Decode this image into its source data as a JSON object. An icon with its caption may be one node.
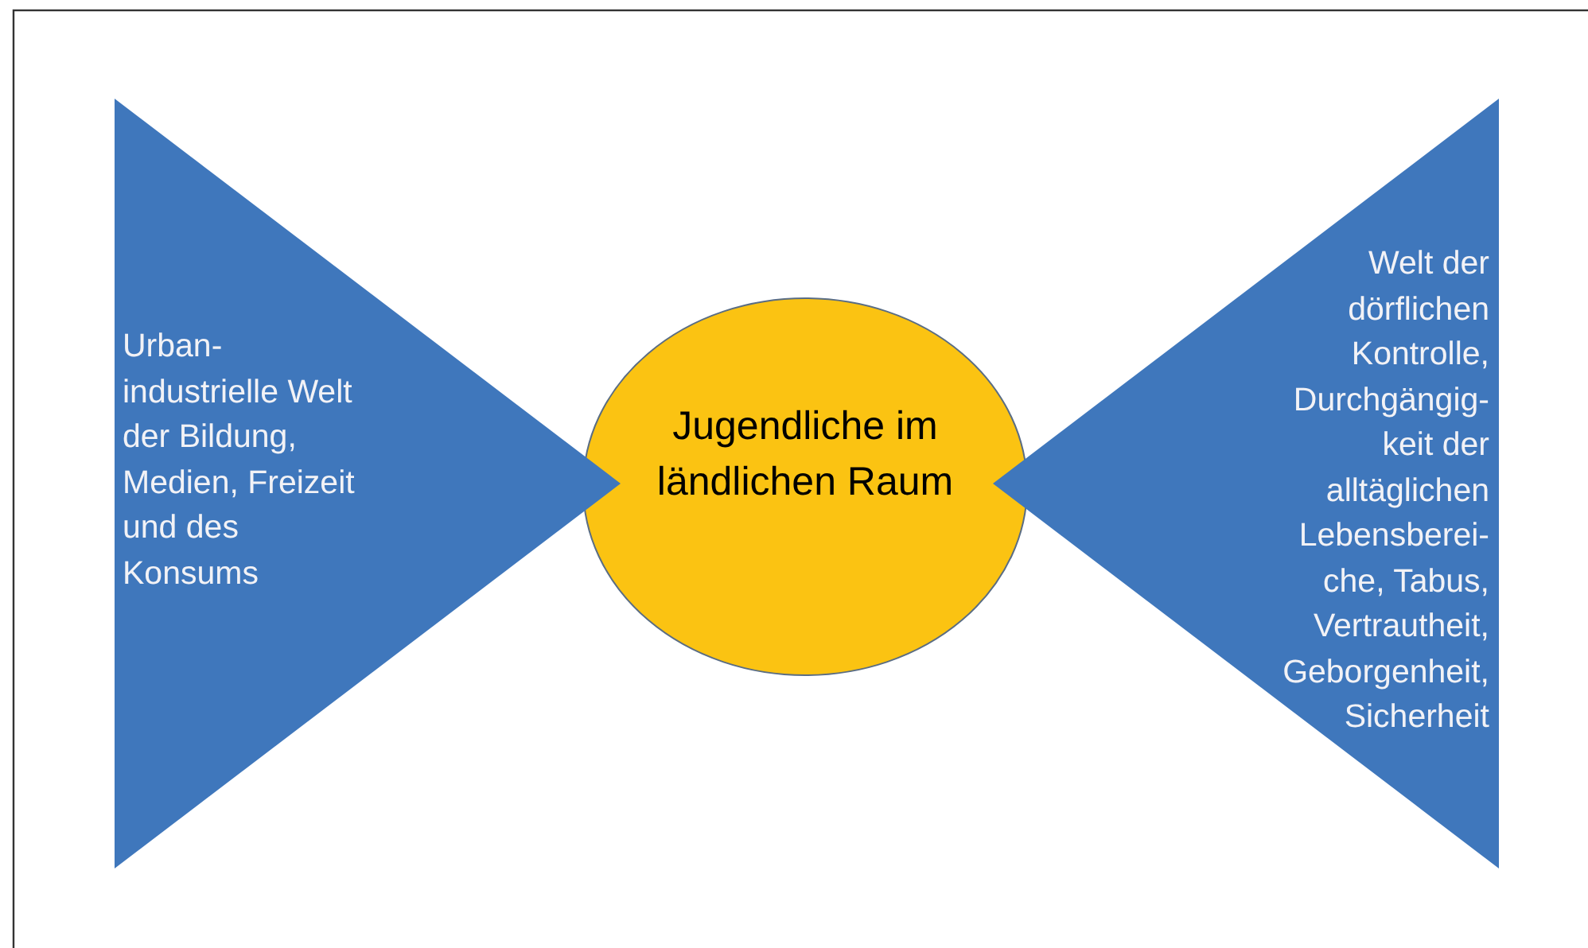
{
  "diagram": {
    "nodes": [
      {
        "text": [
          "Urban- industrielle Welt der Bildung, Medien, Freizeit und des Konsums"
        ]
      },
      {
        "text": [
          "Jugendliche im ländlichen Raum"
        ]
      },
      {
        "text": [
          "Welt der dörflichen Kontrolle, Durchgängig- keit der alltäglichen Lebensberei- che, Tabus, Vertrautheit, Geborgenheit, Sicherheit"
        ]
      }
    ]
  }
}
